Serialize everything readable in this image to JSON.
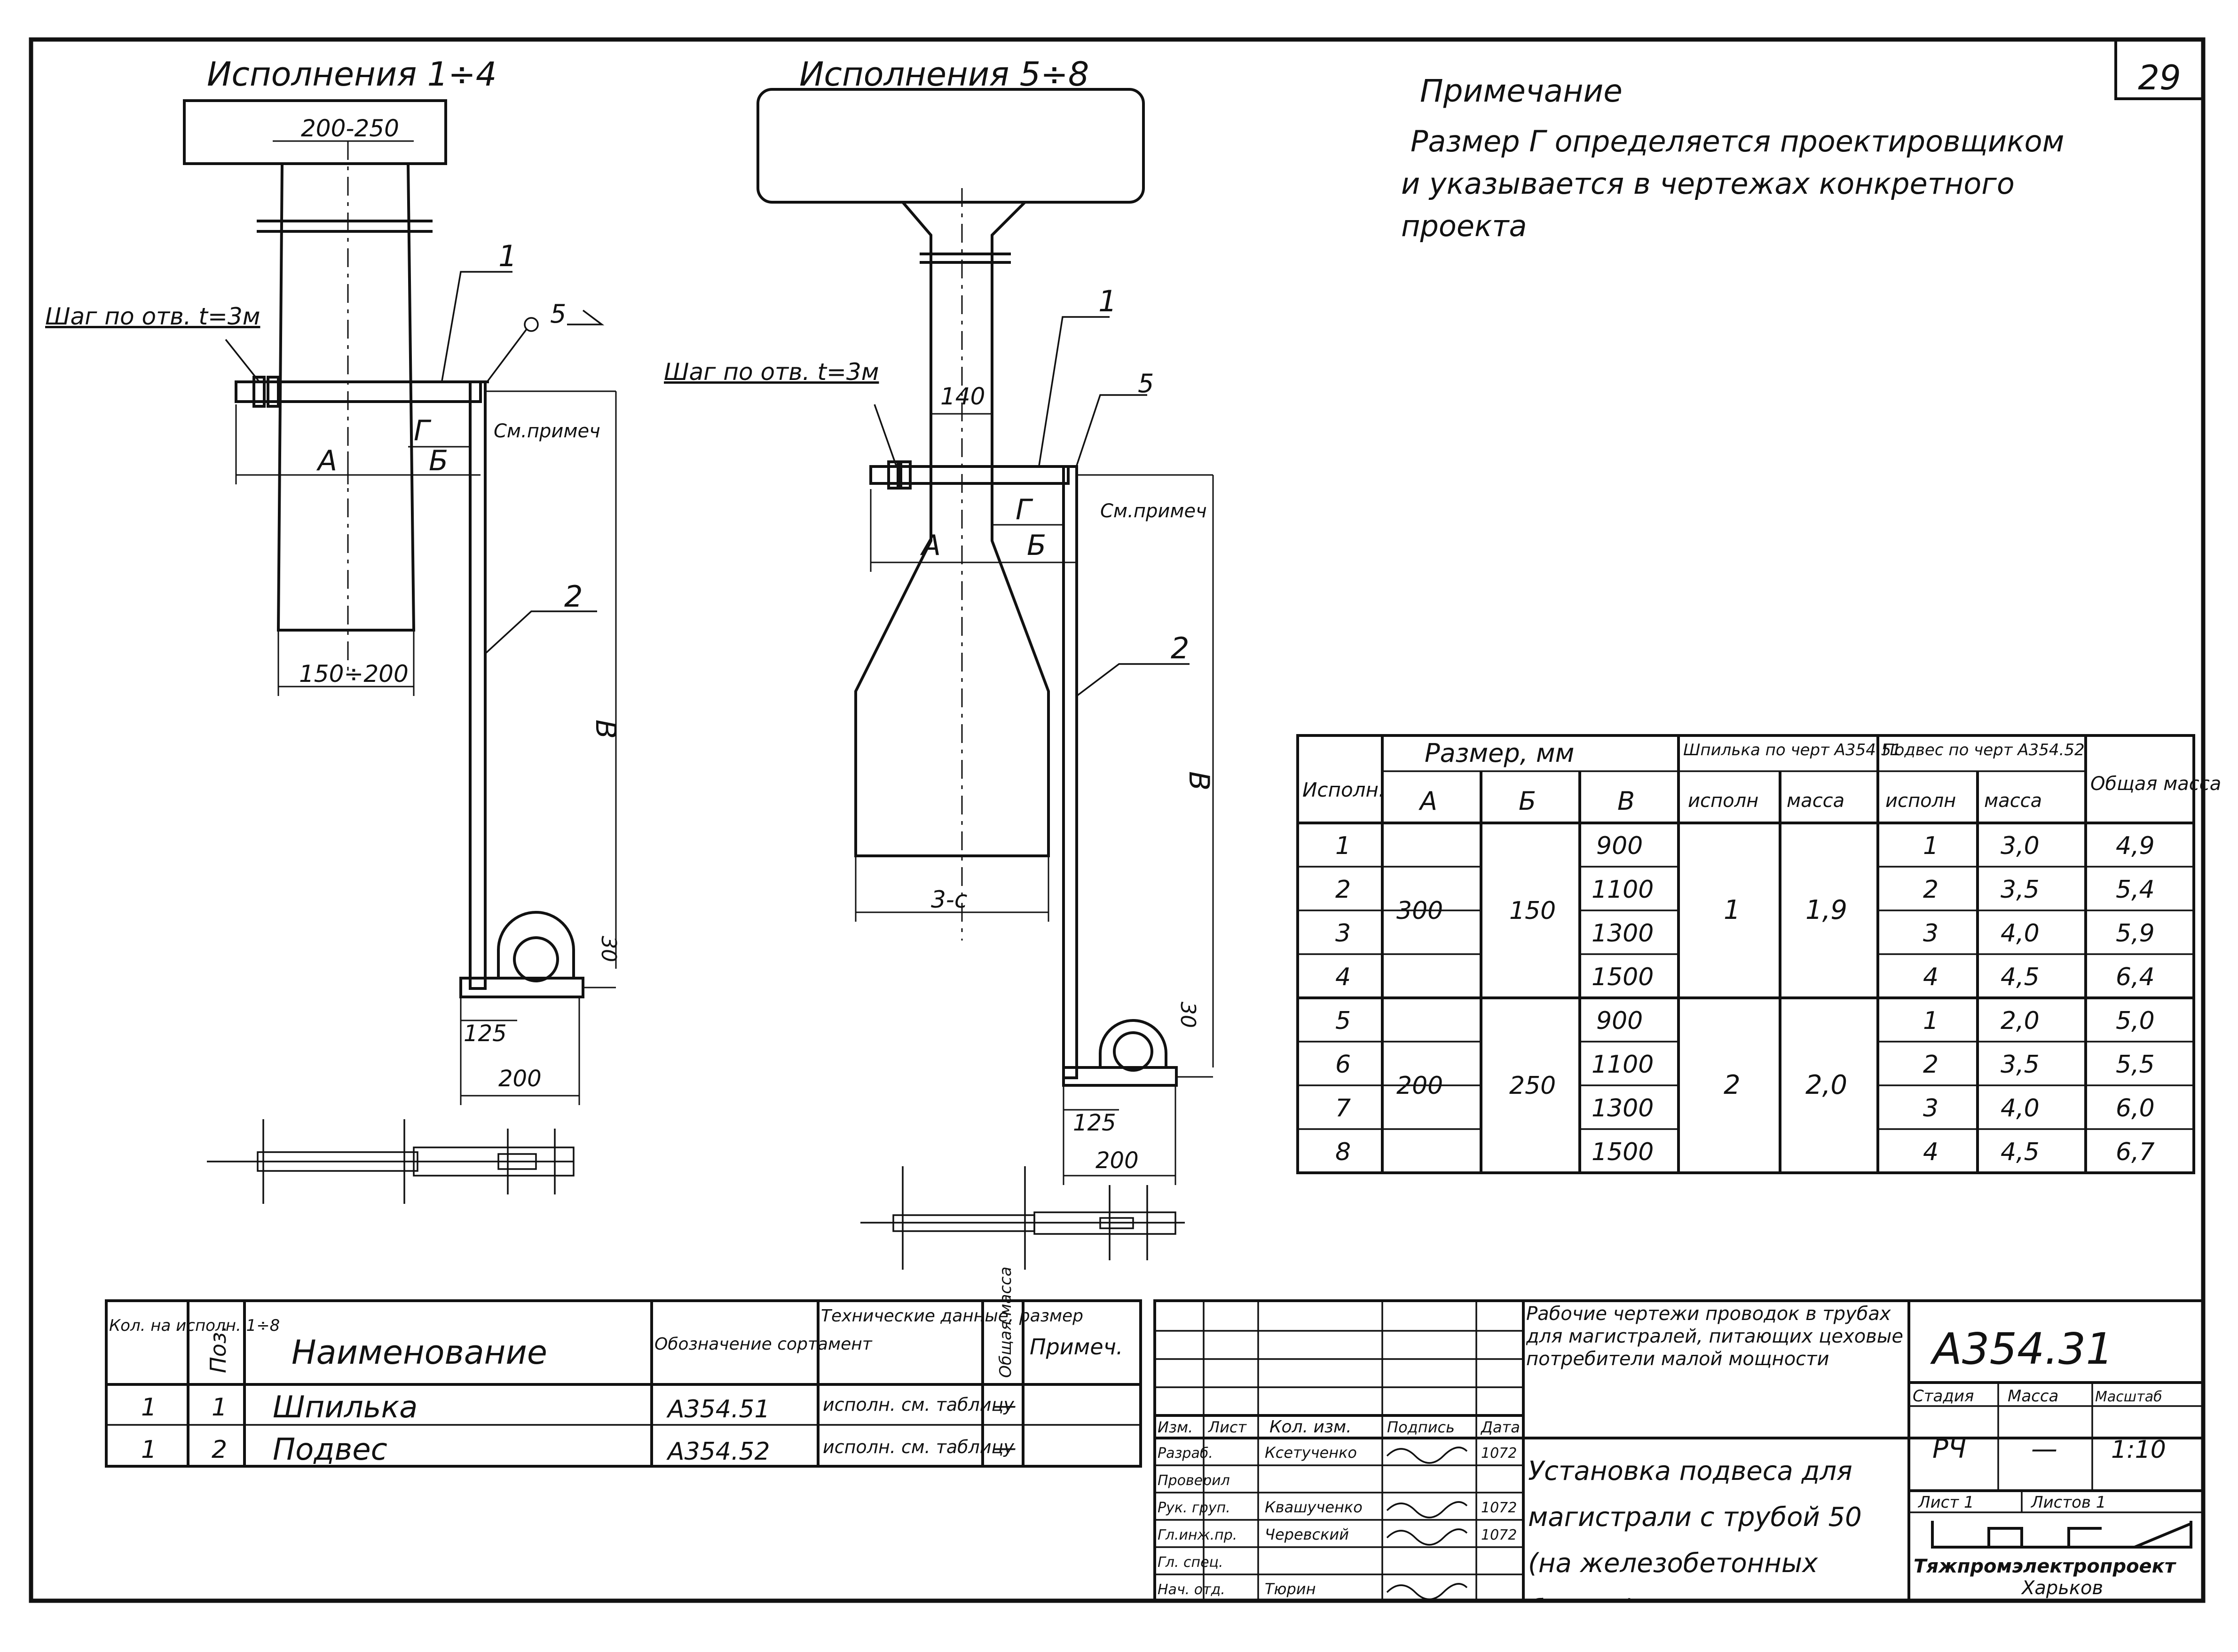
{
  "sheet": {
    "page_number": "29",
    "note_title": "Примечание",
    "note_lines": [
      "Размер Г определяется проектировщиком",
      "и указывается в чертежах конкретного",
      "проекта"
    ]
  },
  "view_left": {
    "title": "Исполнения 1÷4",
    "dim_top": "200-250",
    "dim_bottom": "150÷200",
    "step_label": "Шаг по отв. t=3м",
    "callout_1": "1",
    "callout_2": "2",
    "weld": "5",
    "label_A": "А",
    "label_B": "Б",
    "label_G": "Г",
    "see_note": "См.примеч",
    "label_V": "В",
    "dim_small": "30",
    "dim_125": "125",
    "dim_200": "200"
  },
  "view_right": {
    "title": "Исполнения 5÷8",
    "dim_top": "140",
    "dim_bottom": "3-с",
    "step_label": "Шаг по отв. t=3м",
    "callout_1": "1",
    "callout_2": "2",
    "weld": "5",
    "label_A": "А",
    "label_B": "Б",
    "label_G": "Г",
    "see_note": "См.примеч",
    "label_V": "В",
    "dim_small": "30",
    "dim_125": "125",
    "dim_200": "200"
  },
  "param_table": {
    "group_size": "Размер, мм",
    "group_stud": "Шпилька по черт А354.51",
    "group_hanger": "Подвес по черт А354.52",
    "col_ispoln": "Исполн.",
    "col_A": "А",
    "col_B": "Б",
    "col_V": "В",
    "sub_ispoln": "исполн",
    "sub_massa": "масса",
    "col_total": "Общая масса",
    "rows": [
      {
        "isp": "1",
        "V": "900",
        "hang_isp": "1",
        "hang_mass": "3,0",
        "total": "4,9"
      },
      {
        "isp": "2",
        "V": "1100",
        "hang_isp": "2",
        "hang_mass": "3,5",
        "total": "5,4"
      },
      {
        "isp": "3",
        "V": "1300",
        "hang_isp": "3",
        "hang_mass": "4,0",
        "total": "5,9"
      },
      {
        "isp": "4",
        "V": "1500",
        "hang_isp": "4",
        "hang_mass": "4,5",
        "total": "6,4"
      },
      {
        "isp": "5",
        "V": "900",
        "hang_isp": "1",
        "hang_mass": "2,0",
        "total": "5,0"
      },
      {
        "isp": "6",
        "V": "1100",
        "hang_isp": "2",
        "hang_mass": "3,5",
        "total": "5,5"
      },
      {
        "isp": "7",
        "V": "1300",
        "hang_isp": "3",
        "hang_mass": "4,0",
        "total": "6,0"
      },
      {
        "isp": "8",
        "V": "1500",
        "hang_isp": "4",
        "hang_mass": "4,5",
        "total": "6,7"
      }
    ],
    "merged": [
      {
        "A": "300",
        "B": "150",
        "stud_isp": "1",
        "stud_mass": "1,9"
      },
      {
        "A": "200",
        "B": "250",
        "stud_isp": "2",
        "stud_mass": "2,0"
      }
    ]
  },
  "spec": {
    "h_qty": "Кол. на исполн. 1÷8",
    "h_pos": "Поз.",
    "h_name": "Наименование",
    "h_designation": "Обозначение сортамент",
    "h_tech": "Технические данные, размер",
    "h_mass": "Общая масса",
    "h_note": "Примеч.",
    "rows": [
      {
        "qty": "1",
        "pos": "1",
        "name": "Шпилька",
        "designation": "А354.51",
        "tech": "исполн. см. таблицу",
        "mass": "—"
      },
      {
        "qty": "1",
        "pos": "2",
        "name": "Подвес",
        "designation": "А354.52",
        "tech": "исполн. см. таблицу",
        "mass": "—"
      }
    ]
  },
  "title_block": {
    "doc_title": "Рабочие чертежи проводок в трубах для магистралей, питающих цеховые потребители малой мощности",
    "drawing_title": "Установка подвеса для магистрали с трубой 50 (на железобетонных балках)",
    "code": "А354.31",
    "stage_h": "Стадия",
    "mass_h": "Масса",
    "scale_h": "Масштаб",
    "stage": "РЧ",
    "mass": "—",
    "scale": "1:10",
    "sheet_h": "Лист 1",
    "sheets_h": "Листов 1",
    "org": "Тяжпромэлектропроект",
    "city": "Харьков",
    "col_izm": "Изм.",
    "col_list": "Лист",
    "col_doc": "Кол. изм.",
    "col_sign": "Подпись",
    "col_date": "Дата",
    "roles": [
      {
        "role": "Разраб.",
        "name": "Ксетученко",
        "date": "1072"
      },
      {
        "role": "Проверил",
        "name": "",
        "date": ""
      },
      {
        "role": "Рук. груп.",
        "name": "Квашученко",
        "date": "1072"
      },
      {
        "role": "Гл.инж.пр.",
        "name": "Черевский",
        "date": "1072"
      },
      {
        "role": "Гл. спец.",
        "name": "",
        "date": ""
      },
      {
        "role": "Нач. отд.",
        "name": "Тюрин",
        "date": ""
      }
    ]
  }
}
